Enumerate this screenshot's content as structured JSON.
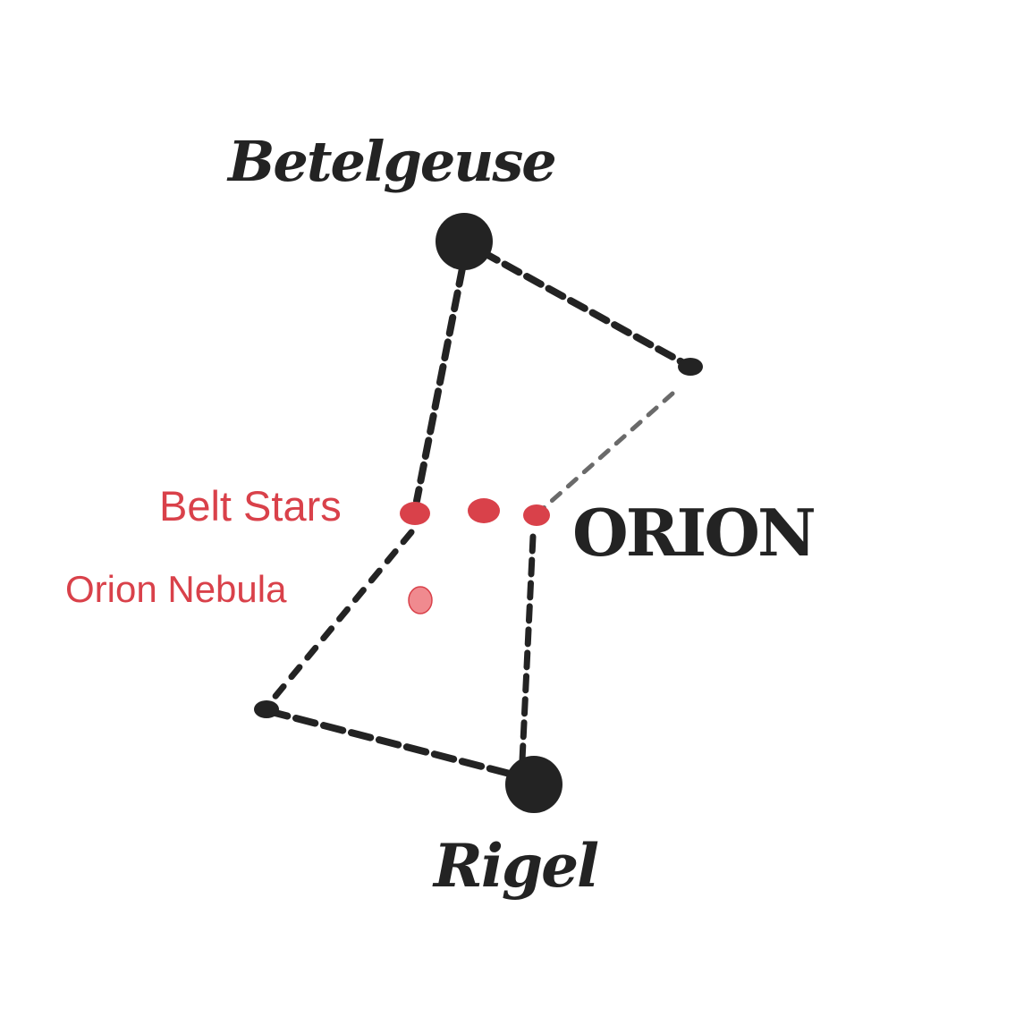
{
  "labels": {
    "betelgeuse": "Betelgeuse",
    "rigel": "Rigel",
    "constellation": "ORION",
    "belt_stars": "Belt Stars",
    "orion_nebula": "Orion Nebula"
  },
  "colors": {
    "ink": "#232323",
    "annotation_red": "#d9414a",
    "nebula_pink": "#f08a8f"
  }
}
